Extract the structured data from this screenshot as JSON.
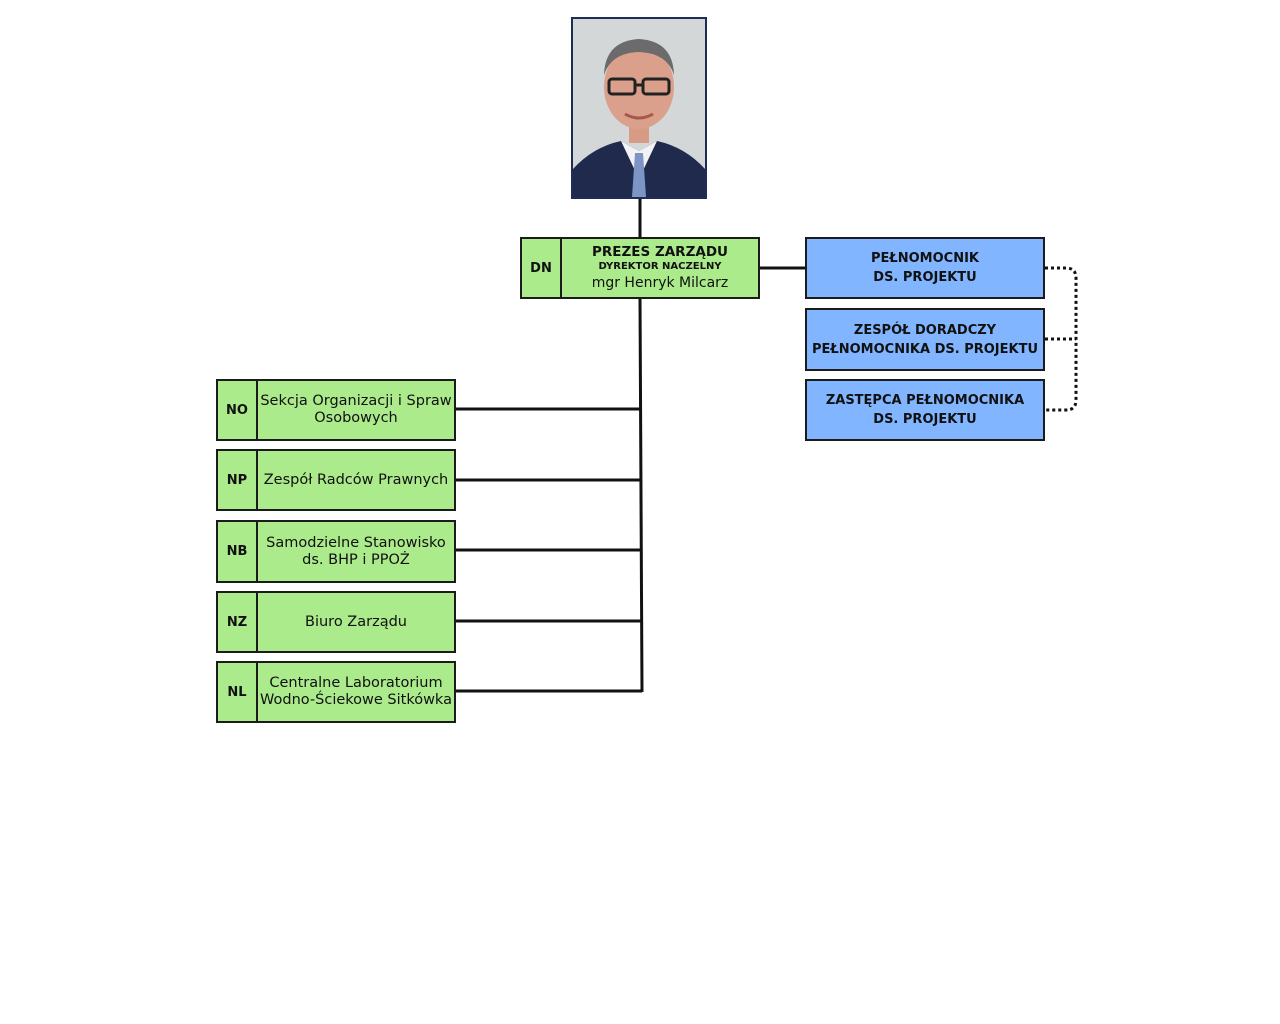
{
  "head": {
    "code": "DN",
    "title": "PREZES ZARZĄDU",
    "subtitle": "DYREKTOR NACZELNY",
    "person": "mgr Henryk Milcarz"
  },
  "portrait": {
    "subject": "portrait-photo"
  },
  "units": [
    {
      "code": "NO",
      "lines": [
        "Sekcja Organizacji i Spraw",
        "Osobowych"
      ]
    },
    {
      "code": "NP",
      "lines": [
        "Zespół Radców Prawnych"
      ]
    },
    {
      "code": "NB",
      "lines": [
        "Samodzielne Stanowisko",
        "ds. BHP i PPOŻ"
      ]
    },
    {
      "code": "NZ",
      "lines": [
        "Biuro Zarządu"
      ]
    },
    {
      "code": "NL",
      "lines": [
        "Centralne Laboratorium",
        "Wodno-Ściekowe Sitkówka"
      ]
    }
  ],
  "project": [
    {
      "lines": [
        "PEŁNOMOCNIK",
        "DS. PROJEKTU"
      ]
    },
    {
      "lines": [
        "ZESPÓŁ DORADCZY",
        "PEŁNOMOCNIKA DS. PROJEKTU"
      ]
    },
    {
      "lines": [
        "ZASTĘPCA PEŁNOMOCNIKA",
        "DS. PROJEKTU"
      ]
    }
  ],
  "colors": {
    "unit_fill": "#abeb8b",
    "project_fill": "#82b5ff",
    "border": "#1b1b1b"
  }
}
